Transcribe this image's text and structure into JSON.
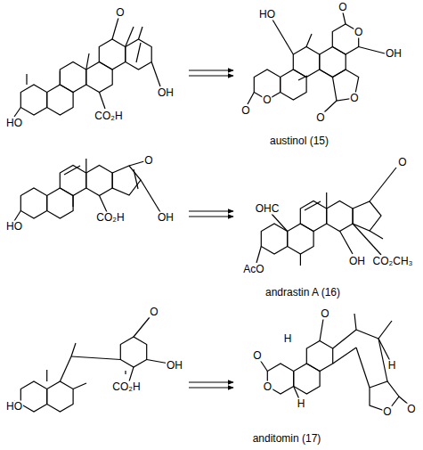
{
  "diagram": {
    "nodes": [
      {
        "text": [
          "O",
          "OH",
          "CO₂H",
          "HO"
        ]
      },
      {
        "text": [
          "HO",
          "O",
          "O",
          "OH",
          "O",
          "O",
          "O",
          "O",
          "austinol (15)"
        ]
      },
      {
        "text": [
          "O",
          "OH",
          "CO₂H",
          "HO"
        ]
      },
      {
        "text": [
          "O",
          "OHC",
          "OH",
          "CO₂CH₃",
          "AcO",
          "andrastin A (16)"
        ]
      },
      {
        "text": [
          "O",
          "OH",
          "CO₂H",
          "HO"
        ]
      },
      {
        "text": [
          "H",
          "O",
          "H",
          "O",
          "O",
          "H",
          "O",
          "O",
          "anditomin (17)"
        ]
      }
    ],
    "edges": [
      {
        "from": 0,
        "to": 1,
        "arrow": "to"
      },
      {
        "from": 2,
        "to": 3,
        "arrow": "to"
      },
      {
        "from": 4,
        "to": 5,
        "arrow": "to"
      }
    ]
  }
}
